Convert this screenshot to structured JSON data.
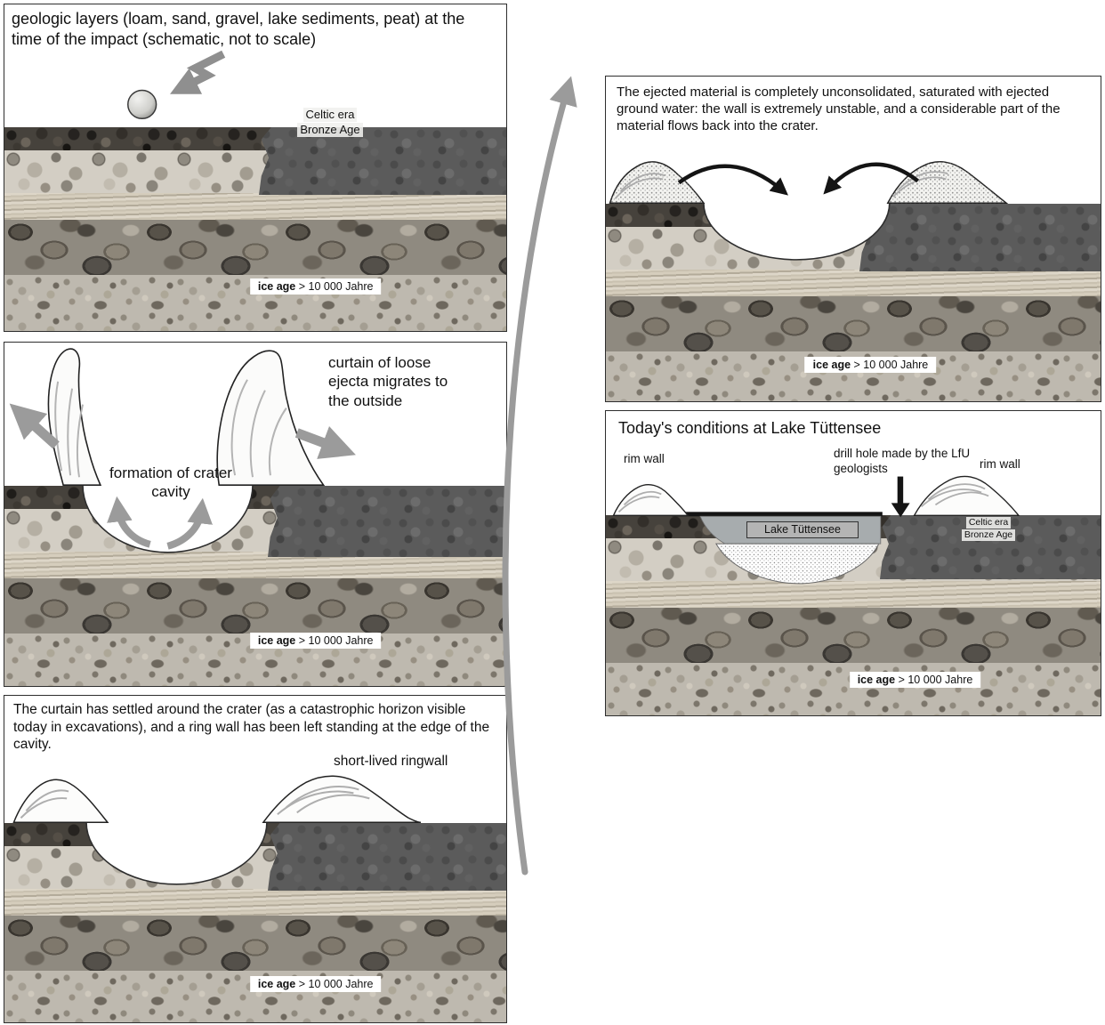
{
  "shared": {
    "ice_bold": "ice age",
    "ice_rest": "> 10 000 Jahre"
  },
  "colors": {
    "arrow_gray": "#9b9b9b",
    "arrow_black": "#141414",
    "dark_sediment_block": "#5b5b5b",
    "water": "#a7acae",
    "panel_border": "#2e2e2e"
  },
  "panel_impact": {
    "caption": "geologic layers (loam, sand, gravel, lake sediments, peat) at the time of the impact (schematic, not to scale)",
    "celtic_era": "Celtic era",
    "bronze_age": "Bronze Age"
  },
  "panel_cavity": {
    "curtain_note": "curtain of loose ejecta migrates to the outside",
    "formation_note": "formation of crater cavity"
  },
  "panel_ringwall": {
    "caption": "The curtain has settled around the crater (as a catastrophic horizon visible today in excavations), and a ring wall has been left standing at the edge of the cavity.",
    "ringwall_note": "short-lived ringwall"
  },
  "panel_backflow": {
    "caption": "The ejected material is completely unconsolidated, saturated with ejected ground water: the wall is extremely unstable, and a considerable part of the material flows back into the crater."
  },
  "panel_today": {
    "title": "Today's conditions at Lake Tüttensee",
    "rim_wall_left": "rim wall",
    "drill_note": "drill hole made by the LfU geologists",
    "rim_wall_right": "rim wall",
    "lake_label": "Lake Tüttensee",
    "celtic_era": "Celtic era",
    "bronze_age": "Bronze Age"
  }
}
